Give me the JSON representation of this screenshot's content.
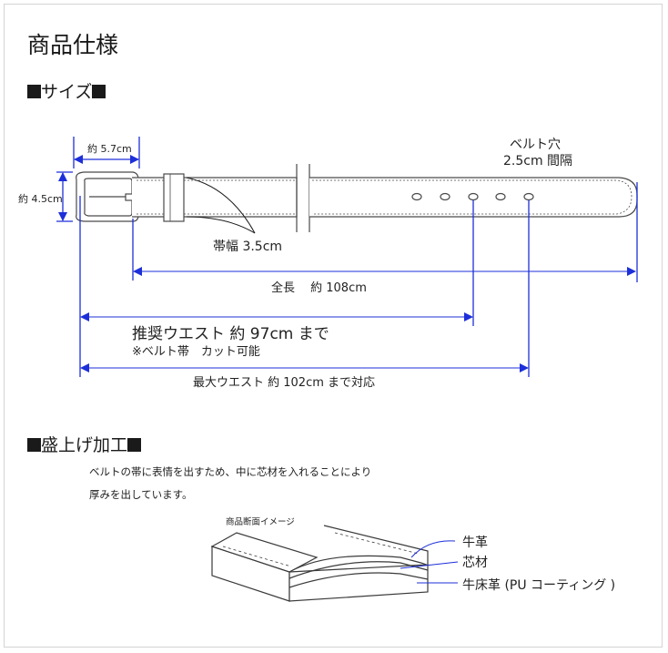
{
  "title": "商品仕様",
  "size_section": {
    "heading": "サイズ",
    "buckle_width": "約 5.7cm",
    "buckle_height": "約 4.5cm",
    "holes_label_1": "ベルト穴",
    "holes_label_2": "2.5cm 間隔",
    "strap_width": "帯幅 3.5cm",
    "total_length": "全長　 約 108cm",
    "recommended_waist": "推奨ウエスト 約 97cm まで",
    "cut_note": "※ベルト帯　カット可能",
    "max_waist": "最大ウエスト 約 102cm まで対応"
  },
  "raised_section": {
    "heading": "盛上げ加工",
    "description_1": "ベルトの帯に表情を出すため、中に芯材を入れることにより",
    "description_2": "厚みを出しています。",
    "image_caption": "商品断面イメージ",
    "layer_top": "牛革",
    "layer_mid": "芯材",
    "layer_bottom": "牛床革 (PU コーティング )"
  },
  "colors": {
    "arrow": "#1d2fd9",
    "outline": "#4a4a4a",
    "frame": "#d4d4d4"
  }
}
